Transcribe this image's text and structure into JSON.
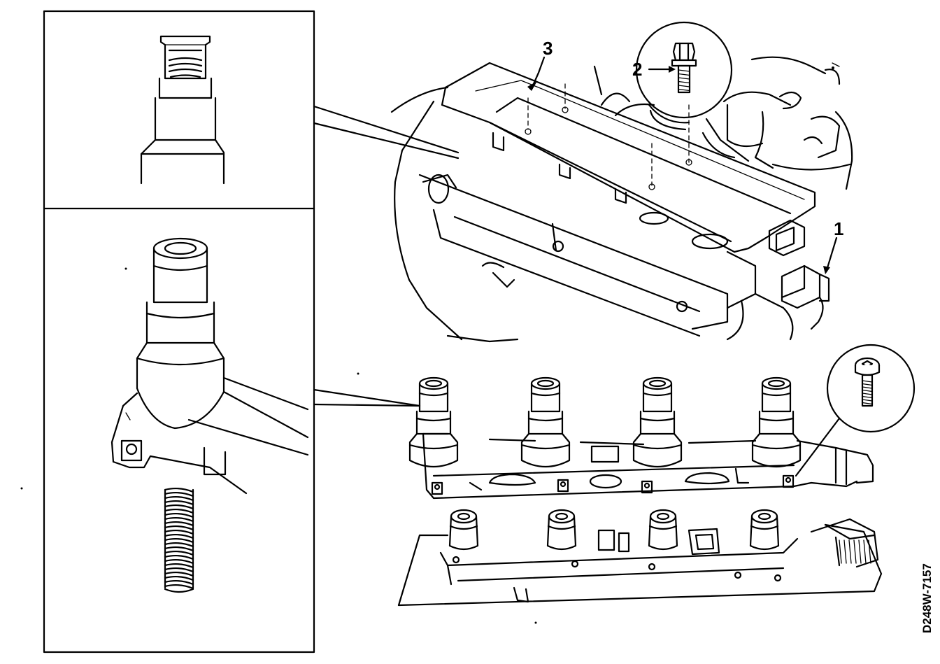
{
  "figure": {
    "callouts": {
      "one": "1",
      "two": "2",
      "three": "3"
    },
    "document_id": "D248W-7157"
  },
  "icons": {
    "bolt": "bolt-icon",
    "spring": "spring-icon",
    "coil": "ignition-coil-icon"
  }
}
